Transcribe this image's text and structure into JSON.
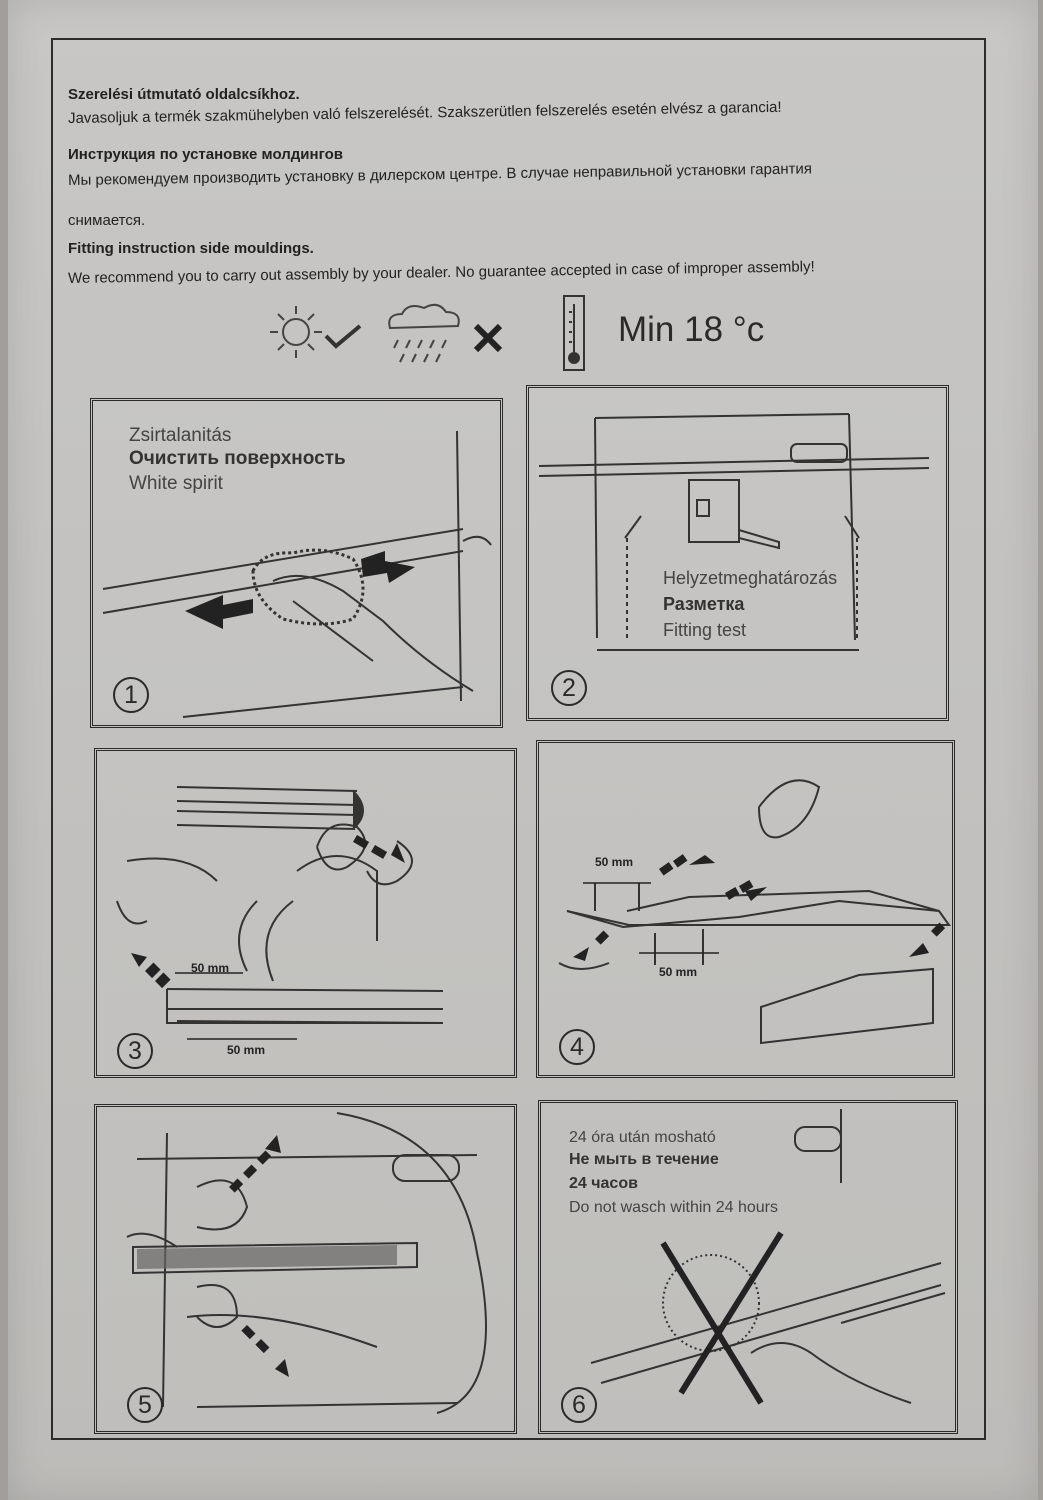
{
  "header": {
    "hu_title": "Szerelési útmutató oldalcsíkhoz.",
    "hu_text": "Javasoljuk a termék szakmühelyben való felszerelését. Szakszerütlen felszerelés esetén elvész a garancia!",
    "ru_title": "Инструкция по установке молдингов",
    "ru_text_1": "Мы рекомендуем производить установку в дилерском центре. В случае неправильной установки гарантия",
    "ru_text_2": "снимается.",
    "en_title": "Fitting instruction side mouldings.",
    "en_text": "We recommend you to carry out assembly by your dealer. No guarantee accepted in case of improper assembly!"
  },
  "conditions": {
    "min_temp": "Min 18 °c",
    "icons": [
      "sun-icon",
      "checkmark-icon",
      "rain-cloud-icon",
      "cross-icon",
      "thermometer-icon"
    ]
  },
  "steps": [
    {
      "number": "1",
      "line1": "Zsirtalanitás",
      "line2": "Очистить поверхность",
      "line3": "White spirit"
    },
    {
      "number": "2",
      "line1": "Helyzetmeghatározás",
      "line2": "Разметка",
      "line3": "Fitting test"
    },
    {
      "number": "3",
      "dim_a": "50 mm",
      "dim_b": "50 mm"
    },
    {
      "number": "4",
      "dim_a": "50 mm",
      "dim_b": "50 mm"
    },
    {
      "number": "5"
    },
    {
      "number": "6",
      "line1": "24 óra után mosható",
      "line2": "Не мыть в течение",
      "line3": "24 часов",
      "line4": "Do not wasch within 24 hours"
    }
  ]
}
